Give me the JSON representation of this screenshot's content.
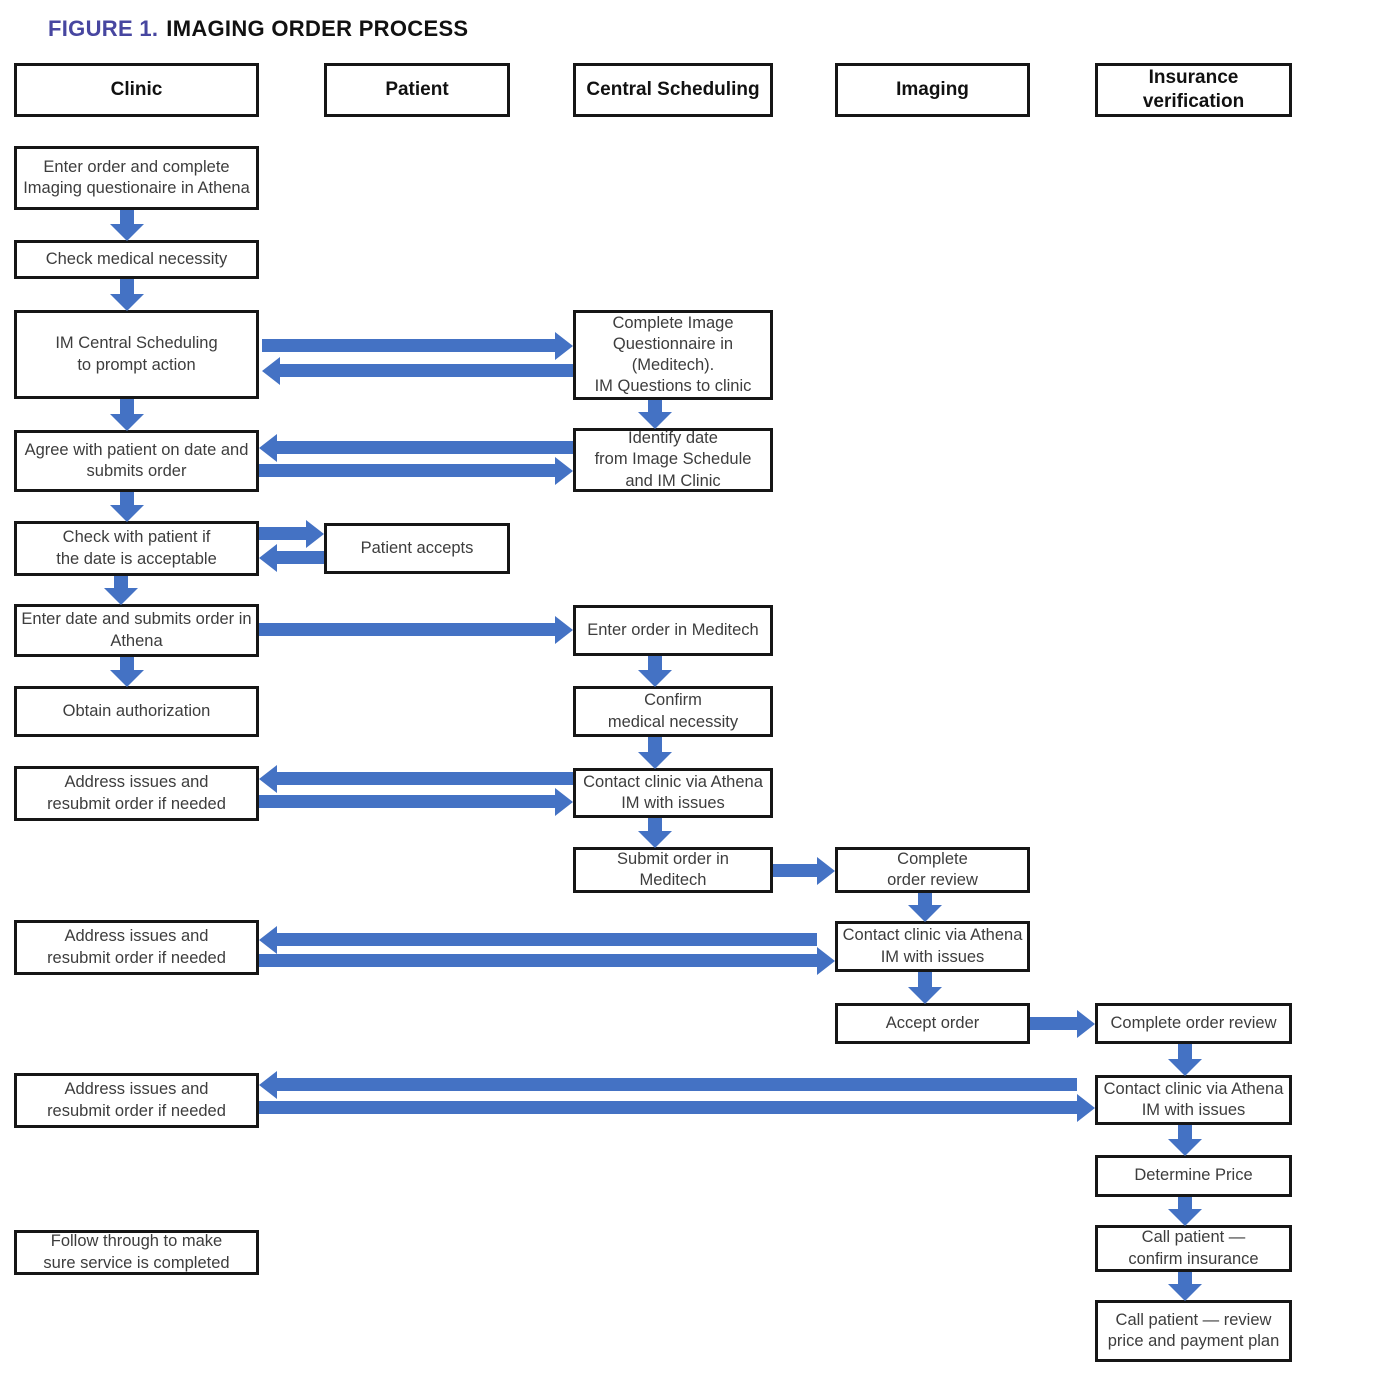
{
  "figure": {
    "label": "FIGURE 1.",
    "title": "IMAGING ORDER PROCESS"
  },
  "columns": {
    "clinic": "Clinic",
    "patient": "Patient",
    "central_scheduling": "Central Scheduling",
    "imaging": "Imaging",
    "insurance": "Insurance\nverification"
  },
  "nodes": {
    "clinic_enter_order": "Enter order and complete\nImaging questionaire in Athena",
    "clinic_check_necessity": "Check medical necessity",
    "clinic_im_central": "IM Central Scheduling\nto prompt action",
    "clinic_agree_date": "Agree with patient on date and\nsubmits order",
    "clinic_check_patient": "Check with patient if\nthe date is acceptable",
    "clinic_enter_date": "Enter date and submits order in\nAthena",
    "clinic_obtain_auth": "Obtain authorization",
    "clinic_address_issues_1": "Address issues and\nresubmit order if needed",
    "clinic_address_issues_2": "Address issues and\nresubmit order if needed",
    "clinic_address_issues_3": "Address issues and\nresubmit order if needed",
    "clinic_follow_through": "Follow through to make\nsure service is completed",
    "patient_accepts": "Patient accepts",
    "cs_complete_questionnaire": "Complete Image\nQuestionnaire in\n(Meditech).\nIM Questions to clinic",
    "cs_identify_date": "Identify date\nfrom Image Schedule\nand IM Clinic",
    "cs_enter_order": "Enter order in Meditech",
    "cs_confirm_necessity": "Confirm\nmedical necessity",
    "cs_contact_clinic": "Contact clinic via Athena\nIM with issues",
    "cs_submit_order": "Submit order in\nMeditech",
    "img_complete_review": "Complete\norder review",
    "img_contact_clinic": "Contact clinic via Athena\nIM with issues",
    "img_accept_order": "Accept order",
    "ins_complete_review": "Complete order review",
    "ins_contact_clinic": "Contact clinic via Athena\nIM with issues",
    "ins_determine_price": "Determine Price",
    "ins_call_confirm": "Call patient —\nconfirm insurance",
    "ins_call_review": "Call patient — review\nprice and payment plan"
  },
  "colors": {
    "arrow": "#4472c4",
    "figure_label": "#4746a0",
    "box_border": "#161616"
  },
  "edges": [
    {
      "from": "clinic_enter_order",
      "to": "clinic_check_necessity",
      "type": "down"
    },
    {
      "from": "clinic_check_necessity",
      "to": "clinic_im_central",
      "type": "down"
    },
    {
      "from": "clinic_im_central",
      "to": "cs_complete_questionnaire",
      "type": "right"
    },
    {
      "from": "cs_complete_questionnaire",
      "to": "clinic_im_central",
      "type": "left"
    },
    {
      "from": "clinic_im_central",
      "to": "clinic_agree_date",
      "type": "down"
    },
    {
      "from": "cs_complete_questionnaire",
      "to": "cs_identify_date",
      "type": "down"
    },
    {
      "from": "cs_identify_date",
      "to": "clinic_agree_date",
      "type": "left"
    },
    {
      "from": "clinic_agree_date",
      "to": "cs_identify_date",
      "type": "right"
    },
    {
      "from": "clinic_agree_date",
      "to": "clinic_check_patient",
      "type": "down"
    },
    {
      "from": "clinic_check_patient",
      "to": "patient_accepts",
      "type": "right"
    },
    {
      "from": "patient_accepts",
      "to": "clinic_check_patient",
      "type": "left"
    },
    {
      "from": "clinic_check_patient",
      "to": "clinic_enter_date",
      "type": "down"
    },
    {
      "from": "clinic_enter_date",
      "to": "cs_enter_order",
      "type": "right"
    },
    {
      "from": "clinic_enter_date",
      "to": "clinic_obtain_auth",
      "type": "down"
    },
    {
      "from": "cs_enter_order",
      "to": "cs_confirm_necessity",
      "type": "down"
    },
    {
      "from": "cs_confirm_necessity",
      "to": "cs_contact_clinic",
      "type": "down"
    },
    {
      "from": "cs_contact_clinic",
      "to": "clinic_address_issues_1",
      "type": "left"
    },
    {
      "from": "clinic_address_issues_1",
      "to": "cs_contact_clinic",
      "type": "right"
    },
    {
      "from": "cs_contact_clinic",
      "to": "cs_submit_order",
      "type": "down"
    },
    {
      "from": "cs_submit_order",
      "to": "img_complete_review",
      "type": "right"
    },
    {
      "from": "img_complete_review",
      "to": "img_contact_clinic",
      "type": "down"
    },
    {
      "from": "img_contact_clinic",
      "to": "clinic_address_issues_2",
      "type": "left"
    },
    {
      "from": "clinic_address_issues_2",
      "to": "img_contact_clinic",
      "type": "right"
    },
    {
      "from": "img_contact_clinic",
      "to": "img_accept_order",
      "type": "down"
    },
    {
      "from": "img_accept_order",
      "to": "ins_complete_review",
      "type": "right"
    },
    {
      "from": "ins_complete_review",
      "to": "ins_contact_clinic",
      "type": "down"
    },
    {
      "from": "ins_contact_clinic",
      "to": "clinic_address_issues_3",
      "type": "left"
    },
    {
      "from": "clinic_address_issues_3",
      "to": "ins_contact_clinic",
      "type": "right"
    },
    {
      "from": "ins_contact_clinic",
      "to": "ins_determine_price",
      "type": "down"
    },
    {
      "from": "ins_determine_price",
      "to": "ins_call_confirm",
      "type": "down"
    },
    {
      "from": "ins_call_confirm",
      "to": "ins_call_review",
      "type": "down"
    }
  ]
}
